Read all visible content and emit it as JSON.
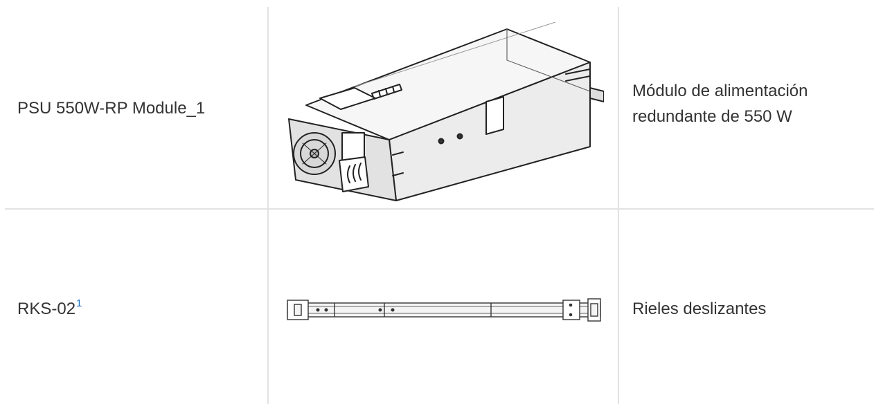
{
  "rows": [
    {
      "model": "PSU 550W-RP Module_1",
      "image_icon": "power-supply-module-illustration",
      "description_line1": "Módulo de alimentación",
      "description_line2": "redundante de 550 W"
    },
    {
      "model": "RKS-02",
      "footnote": "1",
      "footnote_color": "#1a6fc9",
      "image_icon": "sliding-rail-illustration",
      "description_line1": "Rieles deslizantes"
    }
  ]
}
